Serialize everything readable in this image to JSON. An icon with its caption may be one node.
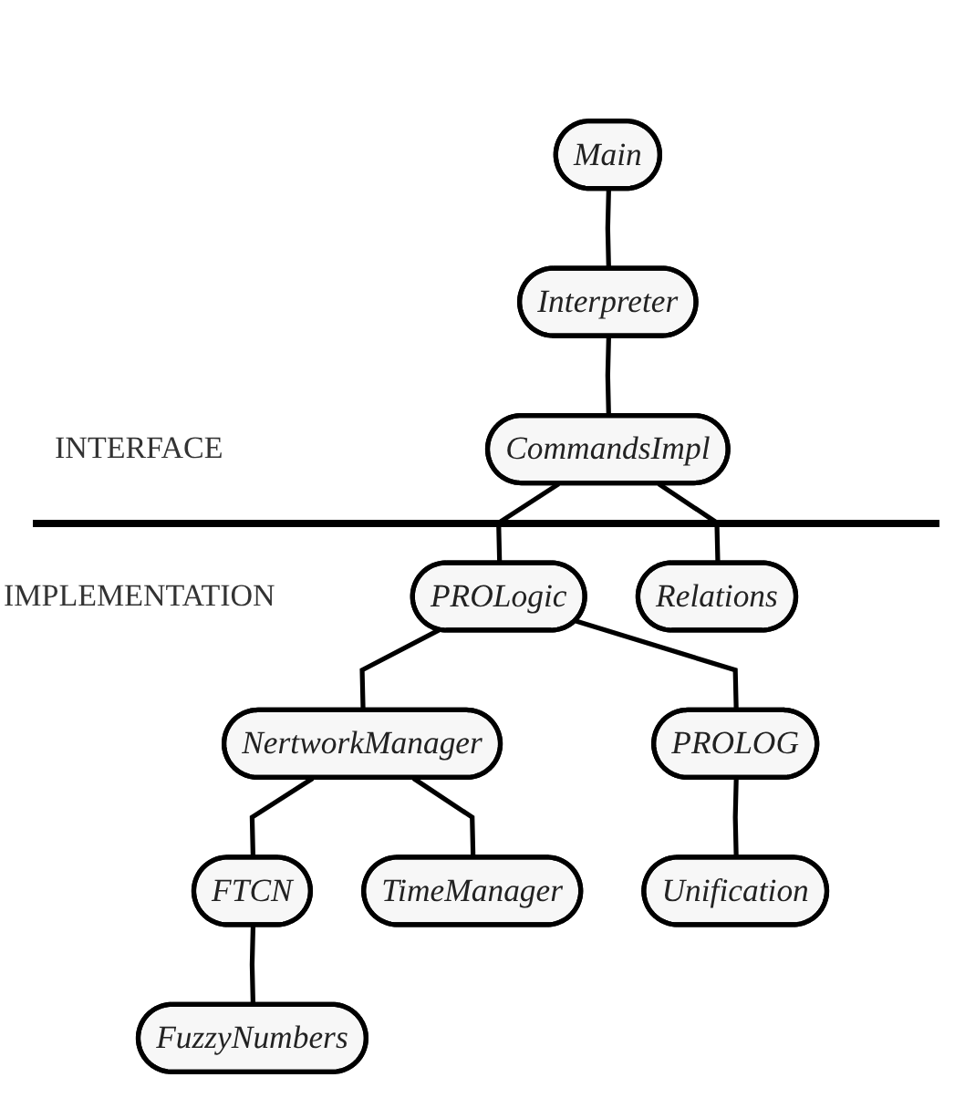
{
  "diagram": {
    "nodes": [
      {
        "text": [
          "Main"
        ]
      },
      {
        "text": [
          "Interpreter"
        ]
      },
      {
        "text": [
          "CommandsImpl"
        ]
      },
      {
        "text": [
          "PROLogic"
        ]
      },
      {
        "text": [
          "Relations"
        ]
      },
      {
        "text": [
          "NertworkManager"
        ]
      },
      {
        "text": [
          "PROLOG"
        ]
      },
      {
        "text": [
          "FTCN"
        ]
      },
      {
        "text": [
          "TimeManager"
        ]
      },
      {
        "text": [
          "Unification"
        ]
      },
      {
        "text": [
          "FuzzyNumbers"
        ]
      }
    ],
    "edges": [
      {
        "from": 0,
        "to": 1,
        "arrow": "none"
      },
      {
        "from": 1,
        "to": 2,
        "arrow": "none"
      },
      {
        "from": 2,
        "to": 3,
        "arrow": "none"
      },
      {
        "from": 2,
        "to": 4,
        "arrow": "none"
      },
      {
        "from": 3,
        "to": 5,
        "arrow": "none"
      },
      {
        "from": 3,
        "to": 6,
        "arrow": "none"
      },
      {
        "from": 5,
        "to": 7,
        "arrow": "none"
      },
      {
        "from": 5,
        "to": 8,
        "arrow": "none"
      },
      {
        "from": 6,
        "to": 9,
        "arrow": "none"
      },
      {
        "from": 7,
        "to": 10,
        "arrow": "none"
      }
    ],
    "labels": [
      "INTERFACE",
      "IMPLEMENTATION"
    ]
  }
}
